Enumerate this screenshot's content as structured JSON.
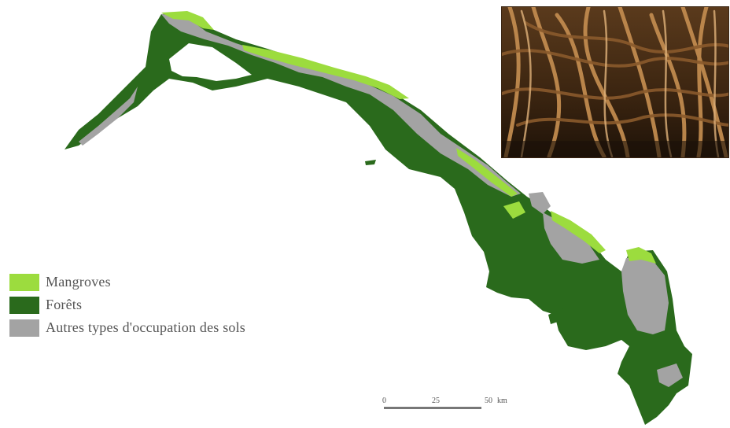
{
  "legend": {
    "items": [
      {
        "label": "Mangroves",
        "color": "#9cdc3e"
      },
      {
        "label": "Forêts",
        "color": "#2a6a1c"
      },
      {
        "label": "Autres types d'occupation des sols",
        "color": "#a3a3a3"
      }
    ]
  },
  "scale_bar": {
    "ticks": [
      "0",
      "25",
      "50"
    ],
    "unit": "km"
  },
  "colors": {
    "mangrove": "#9cdc3e",
    "forest": "#2a6a1c",
    "other": "#a3a3a3",
    "background": "#ffffff"
  }
}
